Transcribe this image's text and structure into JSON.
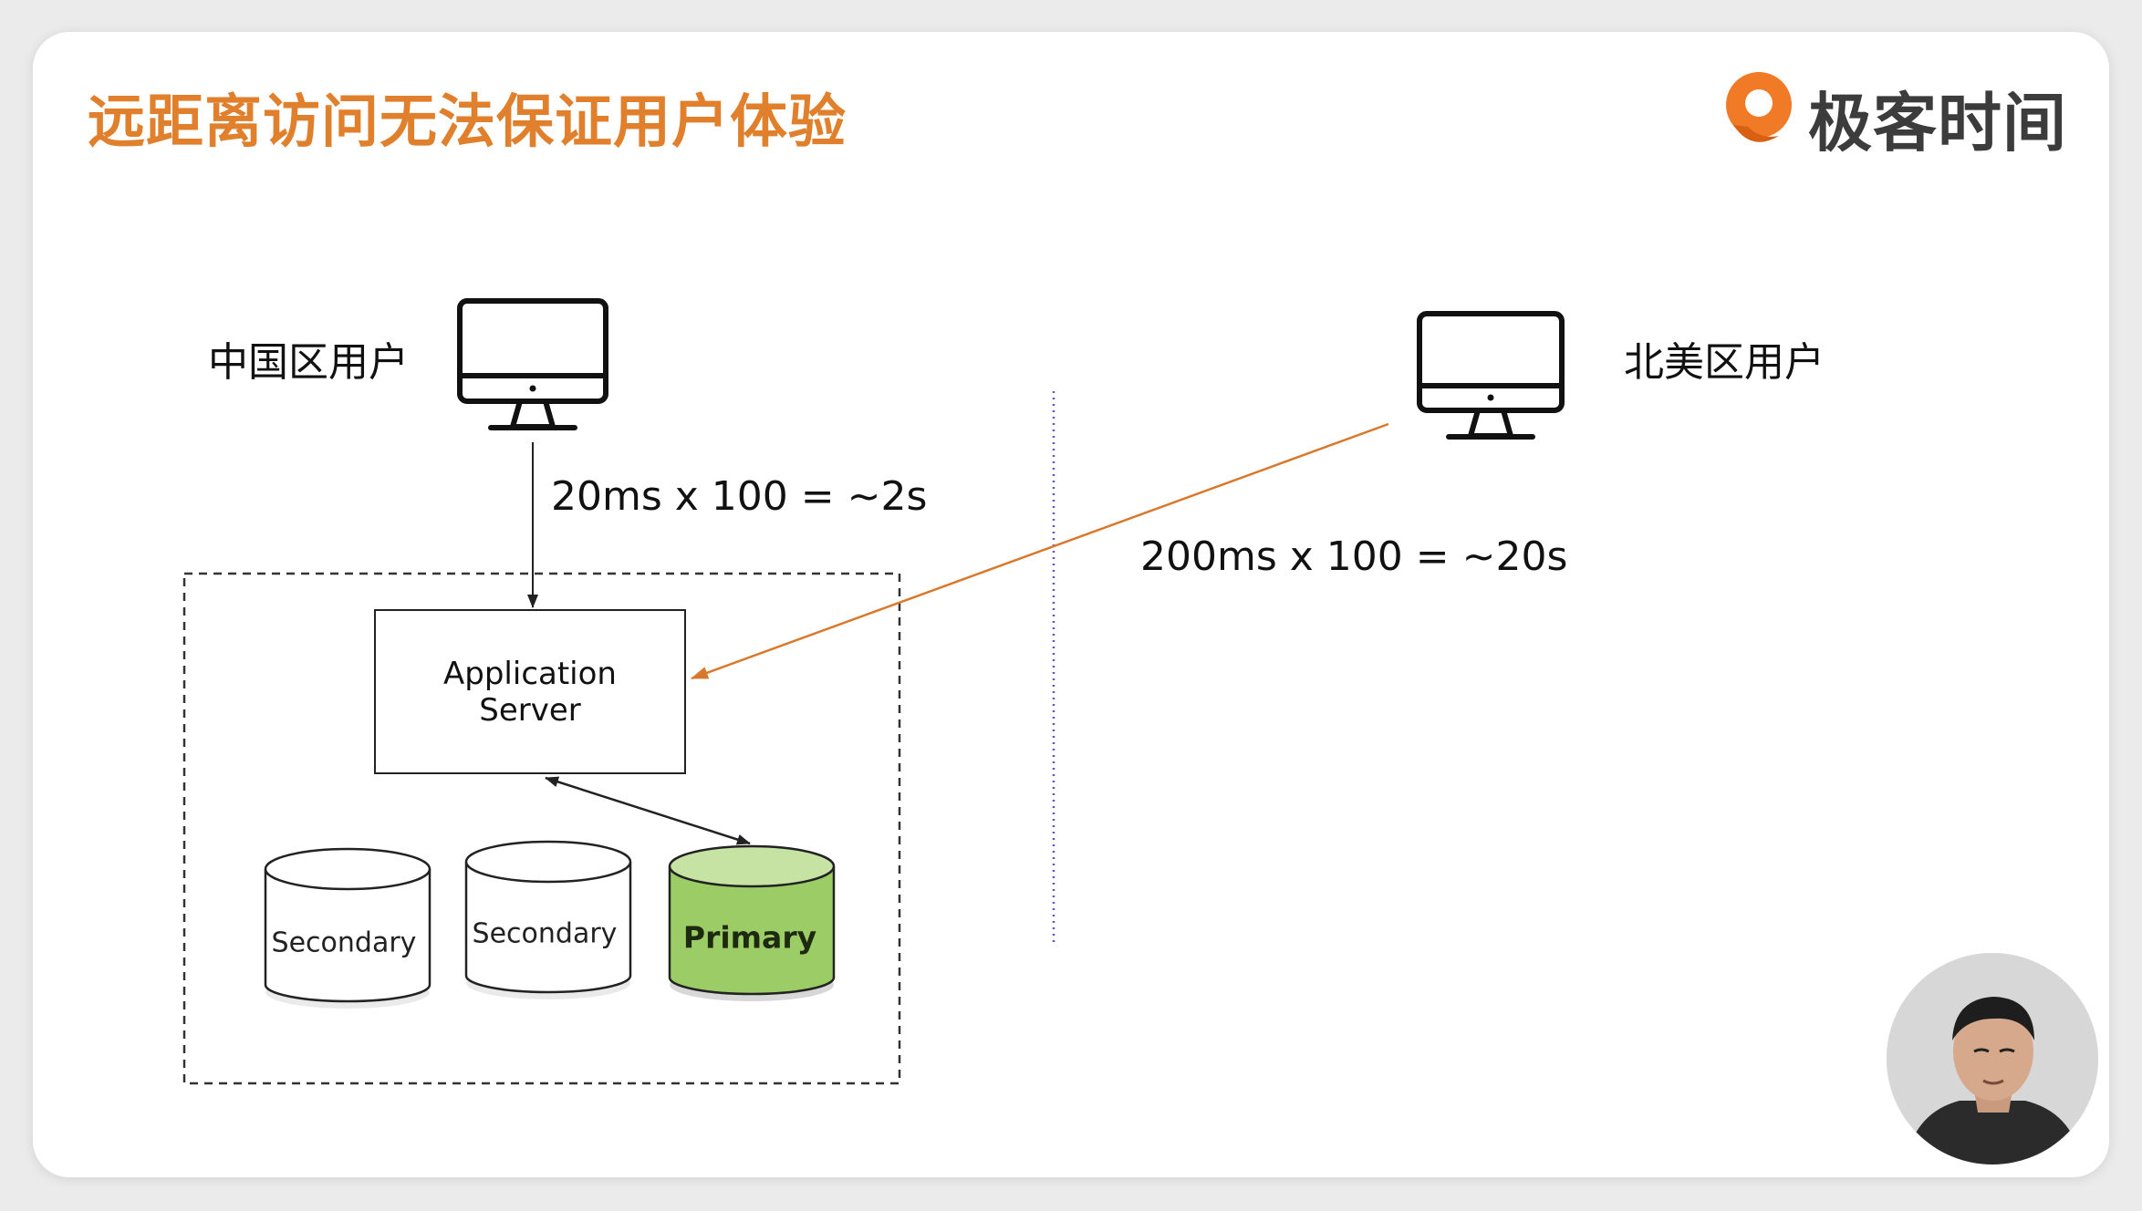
{
  "slide": {
    "title": "远距离访问无法保证用户体验"
  },
  "brand": {
    "name": "极客时间",
    "logo_icon": "geektime-logo-icon",
    "accent_color": "#f07a26"
  },
  "regions": {
    "china": {
      "label": "中国区用户",
      "icon": "monitor-icon"
    },
    "north_america": {
      "label": "北美区用户",
      "icon": "monitor-icon"
    }
  },
  "latency": {
    "china": "20ms x 100 =  ~2s",
    "north_america": "200ms  x 100 = ~20s"
  },
  "app_server": {
    "line1": "Application",
    "line2": "Server"
  },
  "databases": [
    {
      "label": "Secondary",
      "role": "secondary",
      "color": "#ffffff"
    },
    {
      "label": "Secondary",
      "role": "secondary",
      "color": "#ffffff"
    },
    {
      "label": "Primary",
      "role": "primary",
      "color": "#9ccc65",
      "top_color": "#c6e3a4"
    }
  ],
  "colors": {
    "title": "#e07f2c",
    "remote_arrow": "#d9772a",
    "divider": "#5b5bb5"
  }
}
